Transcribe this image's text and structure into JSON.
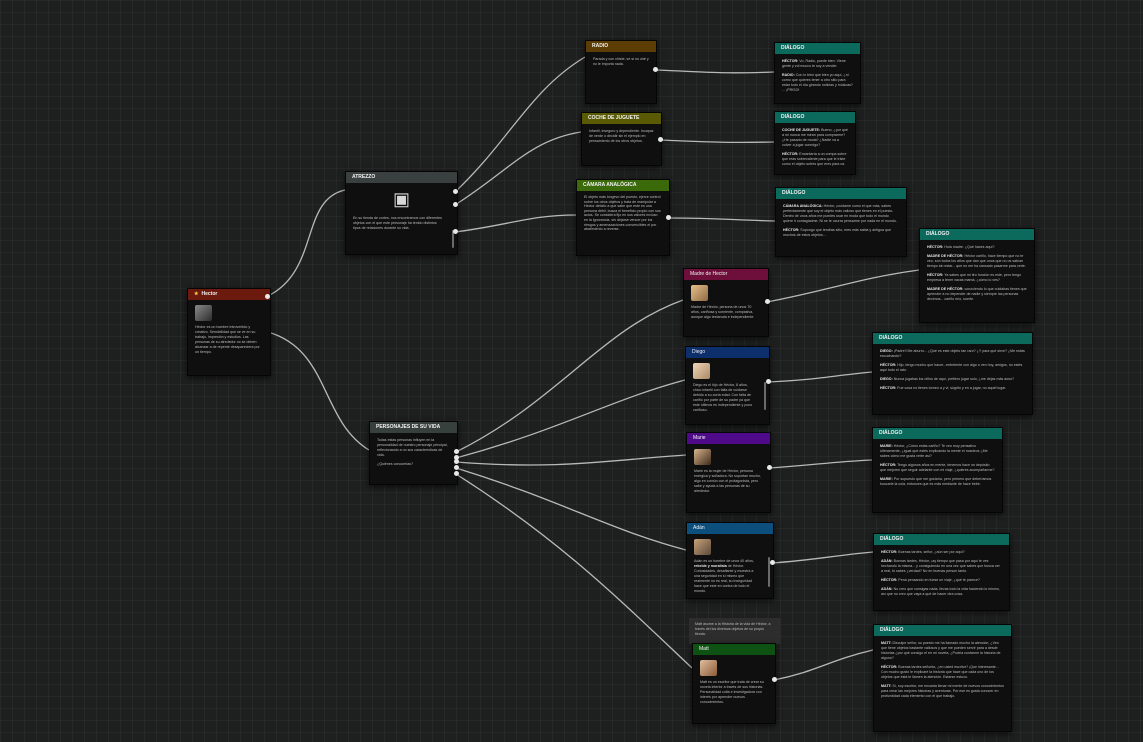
{
  "colors": {
    "hector": "#6b1a0d",
    "atrezzo": "#39403f",
    "radio": "#5c3d06",
    "coche": "#5a5a05",
    "camara": "#3b6a0b",
    "madre": "#6d0f3a",
    "diego": "#0d2f6b",
    "marie": "#4f0a8a",
    "adan": "#0c4f7d",
    "matt": "#0d5212",
    "personajes": "#38403e",
    "dialogo": "#0b6a5c"
  },
  "nodes": {
    "hector": {
      "title": "Hector",
      "body": "Héctor es un hombre introvertido y creativo. Sensibilidad que se ve en su trabajo, impresión y estudios. Las personas de su alrededor no se deben alcanzar a de repente desapareciera por un tiempo."
    },
    "atrezzo": {
      "title": "ATREZZO",
      "icon": "treasure-chest-icon",
      "body": "En su tienda de cortes, nos encontramos con diferentes objetos con el que este personaje ha tenido distintos tipos de relaciones durante su vida."
    },
    "radio": {
      "title": "RADIO",
      "body": "Parada y con chiste, se si no oiré y no le importa nada."
    },
    "coche": {
      "title": "COCHE DE JUGUETE",
      "body": "Infantil, inseguro y dependiente. Incapaz de verde o decidir sin el ejemplo en pensamiento de los otros objetos."
    },
    "camara": {
      "title": "CÁMARA ANALÓGICA",
      "body": "El objeto más longevo del puesto, ejerce control sobre los otros objetos y trata de manipular a Héctor debido a que sabe que este es una persona débil, busca el beneficio propio con sus actos. Se considera fijo en sus valores incluso en la ignorancia, sin dejarse vencer por los riesgos y amenazaciones convencibles el por abatimiento a reverse."
    },
    "personajes": {
      "title": "PERSONAJES DE SU VIDA",
      "body1": "Todas estas personas influyen en la personalidad de nuestro personaje principal, reflexionando a no sus características de vida.",
      "body2": "¿Quiénes conocerlas?"
    },
    "madre": {
      "title": "Madre de Hector",
      "body": "Madre de Héctor, persona de unos 70 años, cariñosa y sonriente, compasiva, aunque algo testaruda e independiente."
    },
    "diego": {
      "title": "Diego",
      "body": "Diego es el hijo de Héctor, 8 años, chico infantil con falta de cuidarse debido a su corta edad. Con falta de cariño por parte de su padre ya que este últimos es independiente y poco cariñoso."
    },
    "marie": {
      "title": "Marie",
      "body": "Marie es la mujer de Héctor, persona enérgica y soñadora. No soportan mucho, algo en común con el protagonista, pero sabe y ayuda a las personas de su alrededor."
    },
    "adan": {
      "title": "Adán",
      "body_pre": "Adán es un hombre de unos 40 años, ",
      "body_bold": "rebelde y moralista",
      "body_post": " de Héctor. Curiosidades, desafiante y muestra a una seguridad en sí mismo que realmente no es real, su inseguridad hace que este en contra de todo el mundo."
    },
    "note": {
      "body": "Matt asume a la Historia de la vida de Héctor, a través del los diversos objetos de su propio tienda."
    },
    "matt": {
      "title": "Matt",
      "body": "Matt es un escritor que trata de crear su novela interior a través de sus historias. Personalidad culta e investigadora con interés por aprender nuevos conocimientos."
    }
  },
  "dialogs": [
    {
      "title": "DIÁLOGO",
      "lines": [
        {
          "speaker": "HÉCTOR:",
          "text": " Vo, Radio, puede bien. Viene gente y vol mucco te soy a vender."
        },
        {
          "speaker": "RADIO:",
          "text": " Con lo bien que bien yo aquí, ¿ni como que quieres tener a otro sitio para estar todo el día girando noticias y músicas? ... ¡PRISO!"
        }
      ]
    },
    {
      "title": "DIÁLOGO",
      "lines": [
        {
          "speaker": "COCHE DE JUGUETE:",
          "text": " Bueno, ¿por qué a mí nunca me miran para comprarme? ¿He pasado de moda? ¿Nadie va a volver a jugar conmigo?"
        },
        {
          "speaker": "HÉCTOR:",
          "text": " Encantaría a un compa sobre que eras sobrevalente para que le triste como el objeto sufres que eres para ca."
        }
      ]
    },
    {
      "title": "DIÁLOGO",
      "lines": [
        {
          "speaker": "CÁMARA ANALÓGICA:",
          "text": " Héctor, ¡cuídame como el que más, sabes perfectamente que soy el objeto más valioso que tienes en el puesto. Dentro de unos años me puedes usar en moda que todo el mundo quiere ir contagiadme. Ni se te ocurra pensarme por nada en el mundo."
        },
        {
          "speaker": "HÉCTOR:",
          "text": " Supongo que tendrás sitio, eres más sabia y antigua que muchos de estos objetos..."
        }
      ]
    },
    {
      "title": "DIÁLOGO",
      "lines": [
        {
          "speaker": "HÉCTOR:",
          "text": " Hola madre. ¿Qué haces aquí?"
        },
        {
          "speaker": "MADRE DE HÉCTOR:",
          "text": " Héctor cariño, hace tiempo que no te veo, son todos los años que dan que unos que no os sabían tiempo sin estar... que no me ha cansado pasarme para verte."
        },
        {
          "speaker": "HÉCTOR:",
          "text": " Ya sabes que mi tiro función es este, pero tengo empresa a tener vacas mamá, ¿cómo lo ves?"
        },
        {
          "speaker": "MADRE DE HÉCTOR:",
          "text": " conociendo lo que cuidabas tienes que aprender a no depender de nadie y siempre las personas decimos... cariño mío, suerte."
        }
      ]
    },
    {
      "title": "DIÁLOGO",
      "lines": [
        {
          "speaker": "DIEGO:",
          "text": " ¡Padre!! Me aburro... ¿Qué es este objeto tan raro? ¿Y para qué sirve? ¿Me estás escuchando?"
        },
        {
          "speaker": "HÉCTOR:",
          "text": " Hijo, tengo mucho que hacer...entretente con algo o ven hoy, amigos, no estés aquí todo el rato."
        },
        {
          "speaker": "DIEGO:",
          "text": " Nunca jugabas los niños de aquí, prefiero jugar solo, ¿me dejas más aoso?"
        },
        {
          "speaker": "HÉCTOR:",
          "text": " Fue cosa no tienes torneo a y vi, súgrito y en a jugar, no aquel lugar."
        }
      ]
    },
    {
      "title": "DIÁLOGO",
      "lines": [
        {
          "speaker": "MARIE:",
          "text": " Héctor, ¿Cómo estás cariño? Te veo muy pensativo últimamente, ¿igual que estés explicando la mente el nosotros ¿Me sabes cómo me gusta verte así?"
        },
        {
          "speaker": "HÉCTOR:",
          "text": " Tengo algunos años en mente, tenemos hace un depósito que mejoren que seguir adelante con mi viaje, ¿quieres acompañarme?"
        },
        {
          "speaker": "MARIE:",
          "text": " Por supuesto que me gustaría, pero primero que deberíamos buscarle la cola, entonces que es más mediante de hace bebé."
        }
      ]
    },
    {
      "title": "DIÁLOGO",
      "lines": [
        {
          "speaker": "HÉCTOR:",
          "text": " Buenas tardes, señor, ¿aún ser por aquí?"
        },
        {
          "speaker": "ADÁN:",
          "text": " Buenas tardes, Héctor, ¡ay tiempo que pasa por aquí te ves hechando la misma... y consiguiendo en una vez que sabes que busca ver a real, tú sabes ¿verdad? No en buenas person tanto."
        },
        {
          "speaker": "HÉCTOR:",
          "text": " Pena pensando en fuese un viaje, ¿qué te parece?"
        },
        {
          "speaker": "ADÁN:",
          "text": " No creo que consigas nada, llevas todo la vida haciendo lo mismo, así que no creo que vaya a qué de hacer otra cosa."
        }
      ]
    },
    {
      "title": "DIÁLOGO",
      "lines": [
        {
          "speaker": "MATT:",
          "text": " Disculpe señor, su puesto me ha llamado mucho la atención, ¿Veo que tiene objetos bastante valiosos y que me pueden servir para a desde historias ¿por qué consigo el en mi novela, ¿Podría contarme la historia de alguno?"
        },
        {
          "speaker": "HÉCTOR:",
          "text": " Buenas tardes señorito, ¿en usted escritor? ¡Que interesante... Con mucho gusto le explicaré la historia que hace que cada uno de los objetos que está le llamen la atención. Estarse estuvo."
        },
        {
          "speaker": "MATT:",
          "text": " Sí, soy escritor, me encanta llenar mi mente de nuevos conocimientos para crear las mejores historias y aventuras. Por ese es gusta conocer en profundidad cada elemento con el que trabajo."
        }
      ]
    }
  ]
}
